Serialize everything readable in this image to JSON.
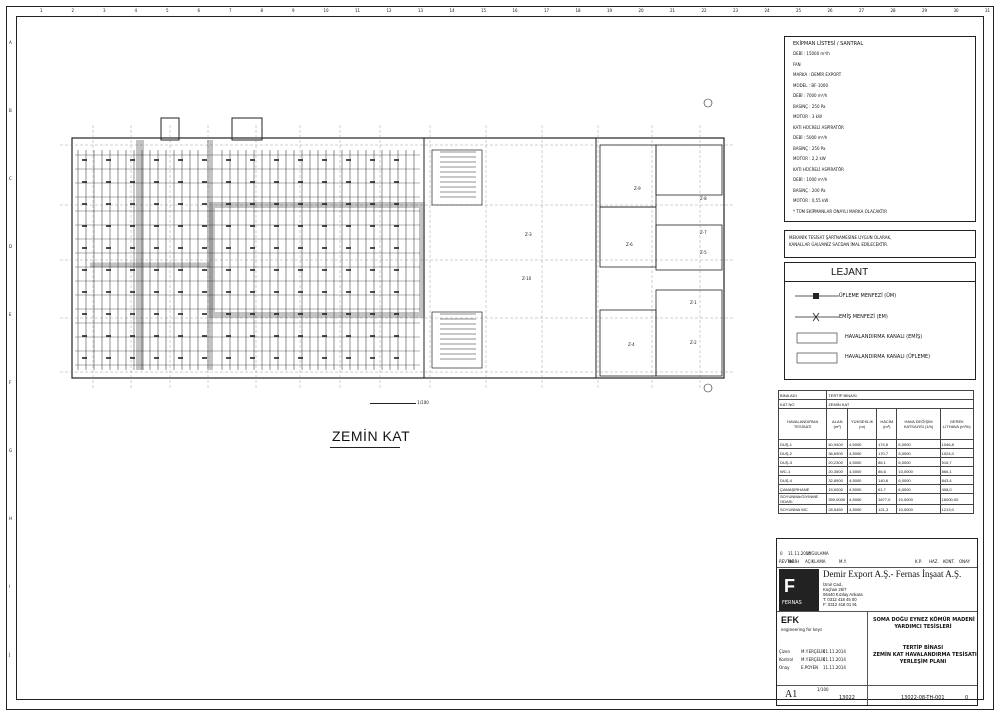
{
  "drawing": {
    "title": "ZEMİN KAT",
    "scale_label": "1/100",
    "col_numbers": [
      "1",
      "2",
      "3",
      "4",
      "5",
      "6",
      "7",
      "8",
      "9",
      "10",
      "11",
      "12",
      "13",
      "14",
      "15",
      "16",
      "17",
      "18",
      "19",
      "20",
      "21",
      "22",
      "23",
      "24",
      "25",
      "26",
      "27",
      "28",
      "29",
      "30",
      "31"
    ],
    "row_letters": [
      "A",
      "B",
      "C",
      "D",
      "E",
      "F",
      "G",
      "H",
      "I",
      "J"
    ],
    "room_labels": [
      "Z-3",
      "Z-10",
      "Z-9",
      "Z-8",
      "Z-7",
      "Z-6",
      "Z-5",
      "Z-4",
      "Z-2",
      "Z-1"
    ]
  },
  "notes": {
    "header": "EKİPMAN LİSTESİ / SANTRAL",
    "lines": [
      "DEBİ : 15000 m³/h",
      "FAN",
      "MARKA : DEMİR EXPORT",
      "MODEL : BF-1000",
      "DEBİ : 7000 m³/h",
      "BASINÇ : 250 Pa",
      "MOTOR : 3 kW",
      "KATI HÜCRELİ ASPİRATÖR",
      "DEBİ : 5000 m³/h",
      "BASINÇ : 250 Pa",
      "MOTOR : 2,2 kW",
      "KATI HÜCRELİ ASPİRATÖR",
      "DEBİ : 1000 m³/h",
      "BASINÇ : 200 Pa",
      "MOTOR : 0,55 kW",
      "* TÜM EKİPMANLAR ONAYLI MARKA OLACAKTIR"
    ],
    "note2": [
      "MEKANİK TESİSAT ŞARTNAMESİNE UYGUN OLARAK,",
      "KANALLAR GALVANİZ SACDAN İMAL EDİLECEKTİR."
    ]
  },
  "legend": {
    "title": "LEJANT",
    "items": [
      "ÜFLEME MENFEZİ (ÜM)",
      "EMİŞ MENFEZİ (EM)",
      "HAVALANDIRMA KANALI (EMİŞ)",
      "HAVALANDIRMA KANALI (ÜFLEME)"
    ]
  },
  "area_table": {
    "header1": [
      "BİNA ADI",
      "TERTİP BİNASI"
    ],
    "header2": [
      "KAT NO",
      "ZEMİN KAT"
    ],
    "columns": [
      "HAVALANDIRMA TESİSATI",
      "ALAN (m²)",
      "YÜKSEKLİK (m)",
      "HACİM (m³)",
      "HAVA DEĞİŞİM KATSAYISI (1/h)",
      "GEREK LİTHAVA (m³/h)"
    ],
    "rows": [
      [
        "DUŞ-1",
        "40,9400",
        "4,5000",
        "174,5",
        "6,0000",
        "1046,8"
      ],
      [
        "DUŞ-2",
        "36,6900",
        "4,5000",
        "170,7",
        "6,0000",
        "1024,0"
      ],
      [
        "DUŞ-3",
        "20,2300",
        "4,5000",
        "86,1",
        "6,0000",
        "516,7"
      ],
      [
        "WC-1",
        "20,3500",
        "4,5000",
        "86,6",
        "10,0000",
        "866,1"
      ],
      [
        "DUŞ-4",
        "32,8900",
        "4,5000",
        "140,6",
        "6,0000",
        "843,4"
      ],
      [
        "ÇAMAŞIRHANE",
        "15,0000",
        "4,5000",
        "61,7",
        "6,0000",
        "408,0"
      ],
      [
        "SOYUNMA/GİYİNME ODASI",
        "390,0000",
        "4,5000",
        "1677,0",
        "10,0000",
        "16000,00"
      ],
      [
        "SOYUNMA WC",
        "28,5450",
        "4,5000",
        "121,3",
        "10,0000",
        "1213,0"
      ]
    ]
  },
  "title_block": {
    "rev_header": [
      "REV NO",
      "TARİH",
      "AÇIKLAMA",
      "M.Y.",
      "K.P.",
      "HAZ.",
      "KONT.",
      "ONAY"
    ],
    "rev_row": [
      "0",
      "11.11.2014",
      "UYGULAMA"
    ],
    "company": "Demir Export A.Ş.- Fernas İnşaat A.Ş.",
    "address": [
      "İzmir Cad.,",
      "Koçhan 25/7",
      "06440 Kızılay Ankara",
      "T: 0312 418 45 00",
      "F: 0312 418 01 91"
    ],
    "logo_text": "FERNAS",
    "efk": "EFK",
    "efk_sub": "engineering for keys",
    "project": [
      "SOMA DOĞU EYNEZ KÖMÜR MADENİ",
      "YARDIMCI TESİSLERİ"
    ],
    "drawing_name": [
      "TERTİP BİNASI",
      "ZEMİN KAT HAVALANDIRMA TESİSATI",
      "YERLEŞİM PLANI"
    ],
    "people": [
      [
        "Çizen",
        "M.Y.ERÇELİK",
        "11.11.2014"
      ],
      [
        "Kontrol",
        "M.Y.ERÇELİK",
        "11.11.2014"
      ],
      [
        "Onay",
        "E.POYEN",
        "11.11.2014"
      ]
    ],
    "sheet_size": "A1",
    "scale": "1/100",
    "project_no": "13022",
    "drawing_no": "13022-08-TH-001",
    "rev": "0"
  }
}
